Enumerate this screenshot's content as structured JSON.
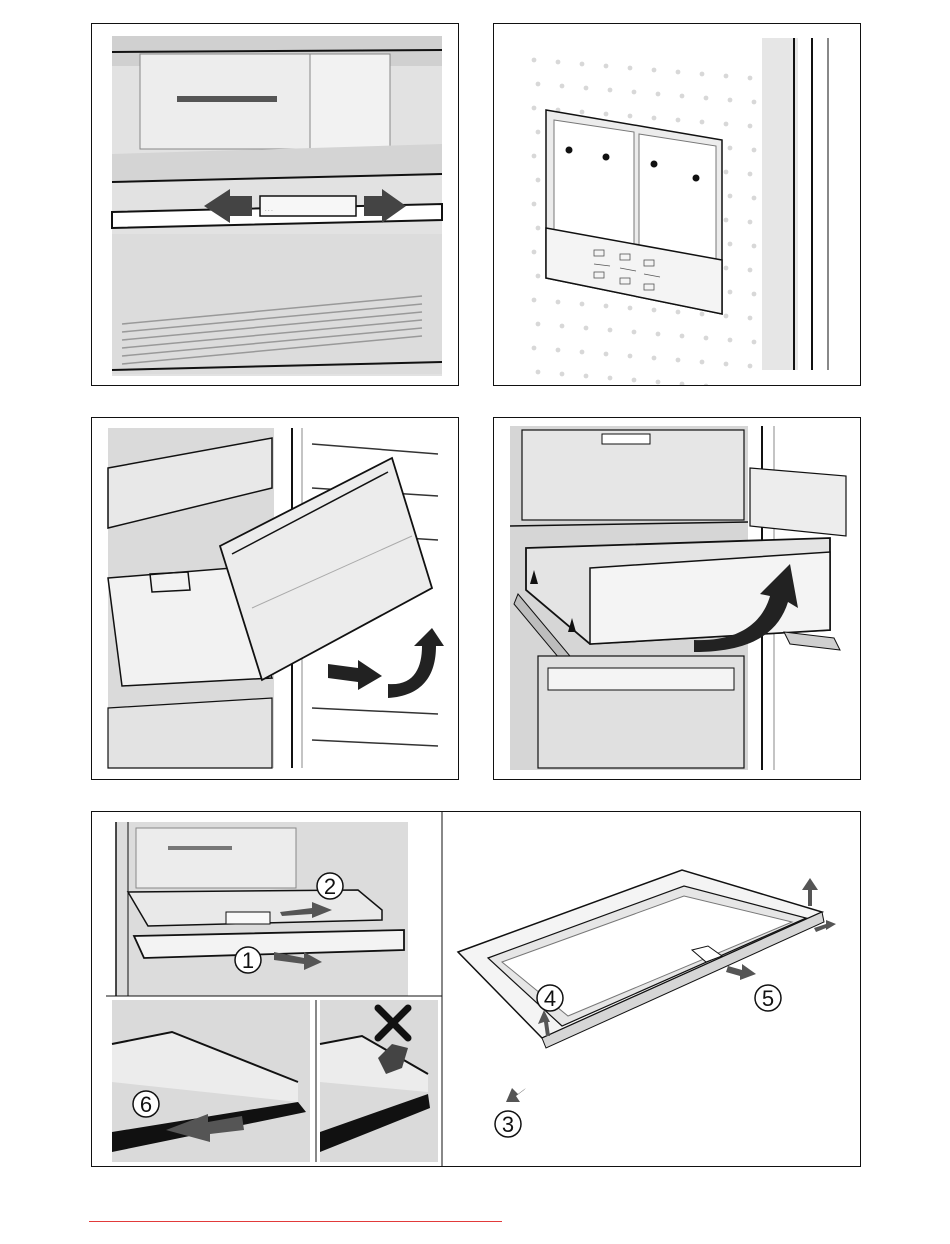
{
  "figure": {
    "panels": [
      {
        "id": "panel-1",
        "icon": "shelf-slider-icon"
      },
      {
        "id": "panel-2",
        "icon": "storage-table-icon"
      },
      {
        "id": "panel-3",
        "icon": "drawer-tilt-icon"
      },
      {
        "id": "panel-4",
        "icon": "drawer-lift-icon"
      },
      {
        "id": "panel-5",
        "icon": "shelf-disassembly-icon"
      }
    ],
    "steps": [
      "1",
      "2",
      "3",
      "4",
      "5",
      "6"
    ],
    "colors": {
      "line": "#111111",
      "shade": "#d9d9d9",
      "light": "#ebebeb",
      "arrow": "#444444",
      "accent": "#e23a3a"
    }
  }
}
